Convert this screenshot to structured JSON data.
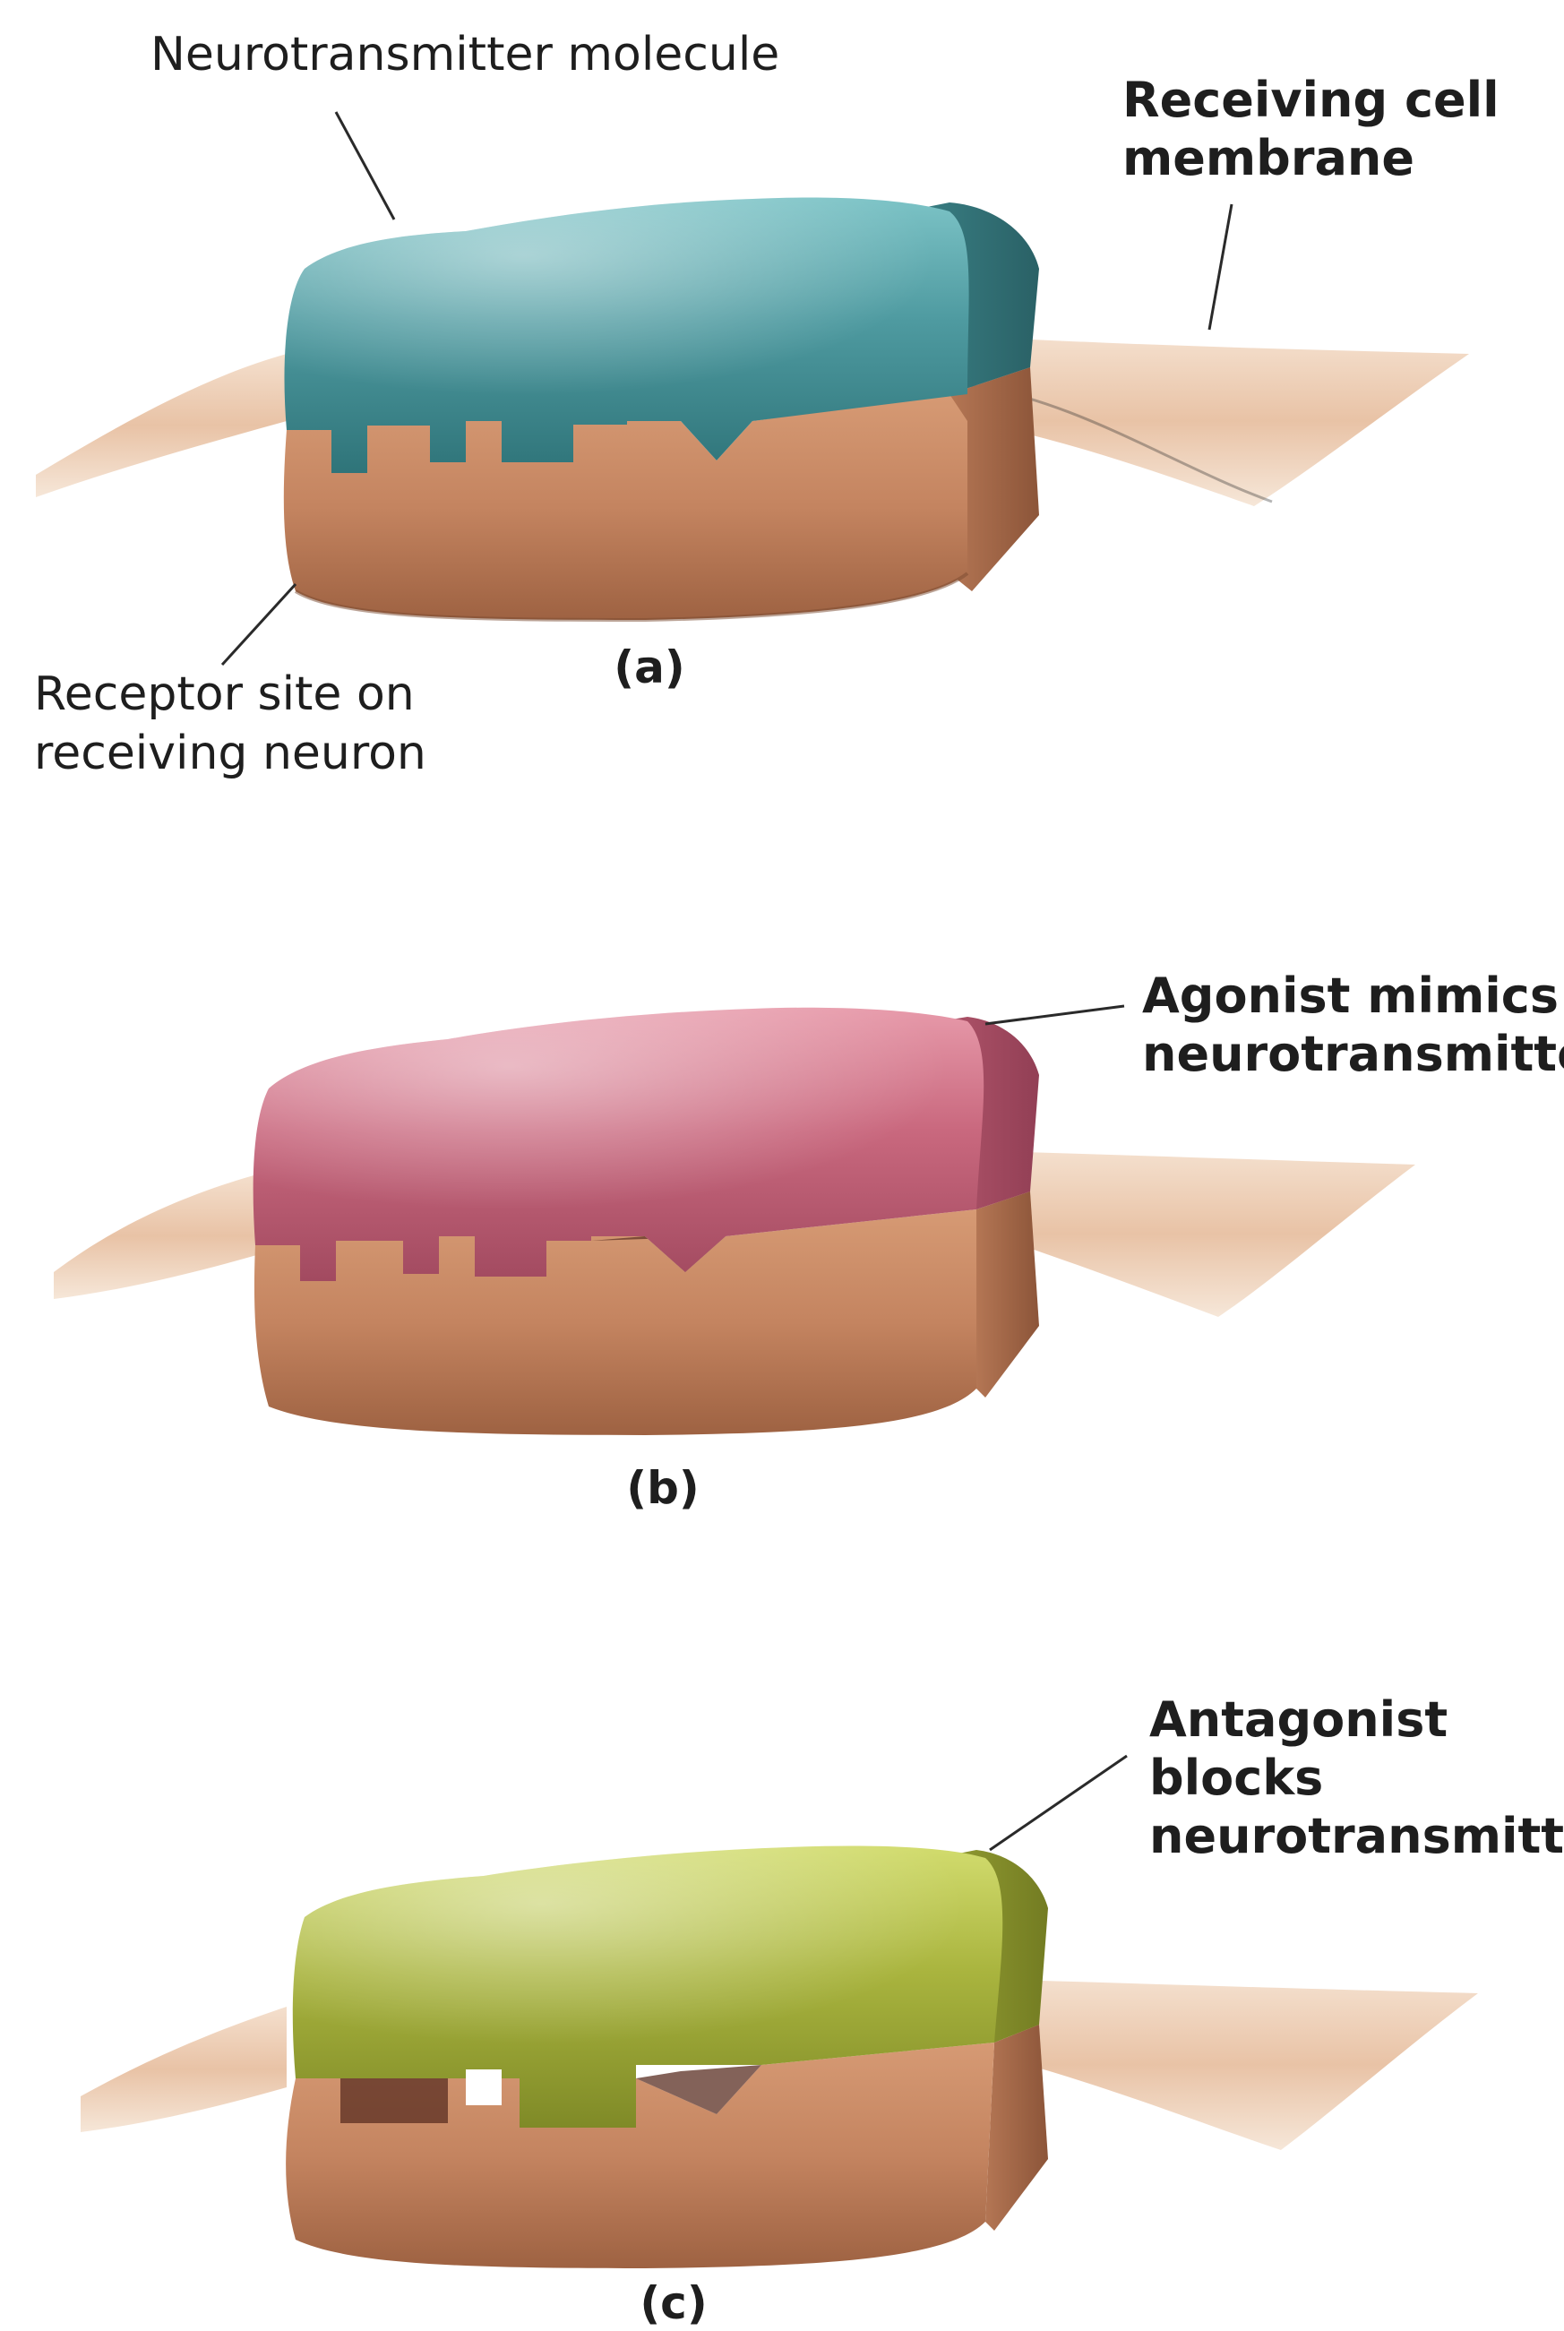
{
  "labels": {
    "neurotransmitter_molecule": "Neurotransmitter molecule",
    "receiving_membrane_line1": "Receiving cell",
    "receiving_membrane_line2": "membrane",
    "receptor_site_line1": "Receptor site on",
    "receptor_site_line2": "receiving neuron",
    "agonist_line1": "Agonist mimics",
    "agonist_line2": "neurotransmitter",
    "antagonist_line1": "Antagonist",
    "antagonist_line2": "blocks",
    "antagonist_line3": "neurotransmitter"
  },
  "panels": [
    {
      "caption": "(a)",
      "molecule": "neurotransmitter",
      "fit": "full"
    },
    {
      "caption": "(b)",
      "molecule": "agonist",
      "fit": "full"
    },
    {
      "caption": "(c)",
      "molecule": "antagonist",
      "fit": "partial"
    }
  ],
  "colors": {
    "neurotransmitter": "#4e9aa0",
    "agonist": "#c9687e",
    "antagonist": "#a9b43e",
    "receptor": "#c98a62",
    "membrane": "#ebc8ac",
    "leader_line": "#2a2a2a"
  }
}
